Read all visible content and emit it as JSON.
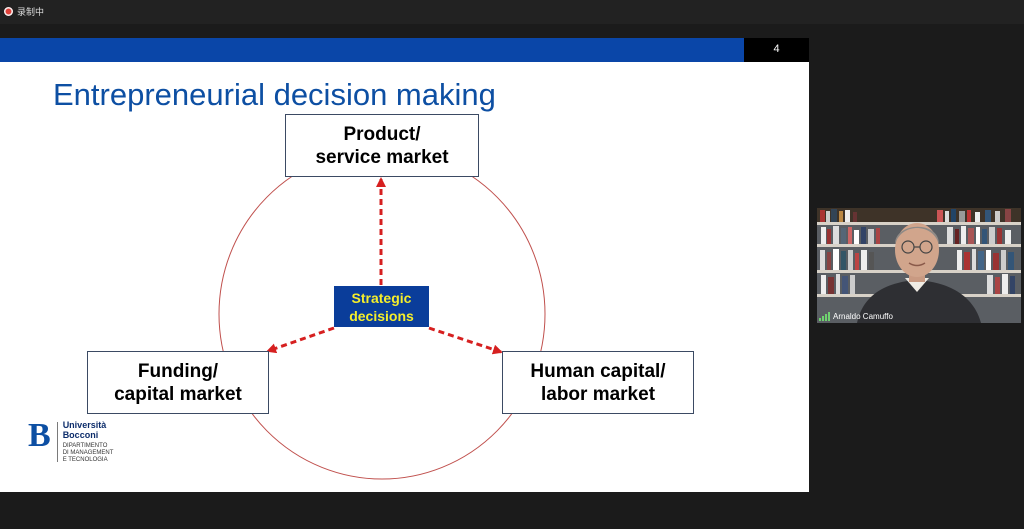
{
  "recording": {
    "label": "录制中"
  },
  "slide": {
    "number": "4",
    "title": "Entrepreneurial decision making",
    "nodes": {
      "top": {
        "line1": "Product/",
        "line2": "service market"
      },
      "left": {
        "line1": "Funding/",
        "line2": "capital market"
      },
      "right": {
        "line1": "Human capital/",
        "line2": "labor market"
      }
    },
    "center": {
      "line1": "Strategic",
      "line2": "decisions"
    },
    "logo": {
      "mark": "B",
      "line1": "Università",
      "line2": "Bocconi",
      "dept1": "DIPARTIMENTO",
      "dept2": "DI MANAGEMENT",
      "dept3": "E TECNOLOGIA"
    },
    "colors": {
      "accent": "#0a46a8",
      "center_bg": "#0a3d9a",
      "center_text": "#f5ee2b",
      "circle": "#c0504d",
      "arrow": "#d62020"
    }
  },
  "participant": {
    "name": "Arnaldo Camuffo"
  }
}
